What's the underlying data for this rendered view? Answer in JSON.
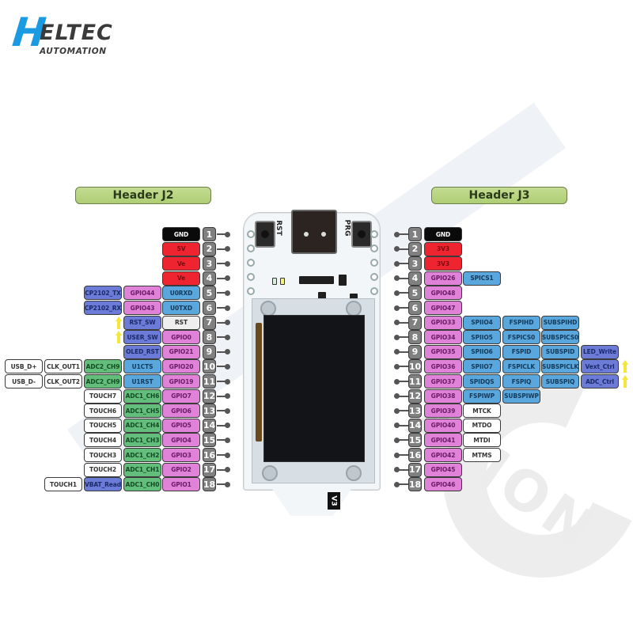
{
  "logo": {
    "mark": "H",
    "name": "ELTEC",
    "tagline": "AUTOMATION",
    "brand_color": "#1a9ae0",
    "text_color": "#3a3a3a"
  },
  "watermark": {
    "text": "ATION",
    "letter": "C"
  },
  "board": {
    "buttons": [
      {
        "label": "RST"
      },
      {
        "label": "PRG"
      }
    ],
    "version": "V3"
  },
  "colors": {
    "gnd": "#0a0a0a",
    "power": "#ee2530",
    "gpio": "#df82d8",
    "uart_spi": "#5aa7de",
    "cp2102_ctrl": "#6c7ad8",
    "adc": "#63be7c",
    "neutral": "#ffffff",
    "pin_number": "#808080",
    "header_banner": "#b8d583",
    "arrow": "#f5e63a"
  },
  "header_j2": {
    "title": "Header J2",
    "pins": [
      {
        "num": "1",
        "labels": [
          "GND"
        ]
      },
      {
        "num": "2",
        "labels": [
          "5V"
        ]
      },
      {
        "num": "3",
        "labels": [
          "Ve"
        ]
      },
      {
        "num": "4",
        "labels": [
          "Ve"
        ]
      },
      {
        "num": "5",
        "labels": [
          "U0RXD",
          "GPIO44",
          "CP2102_TX"
        ]
      },
      {
        "num": "6",
        "labels": [
          "U0TXD",
          "GPIO43",
          "CP2102_RX"
        ]
      },
      {
        "num": "7",
        "labels": [
          "RST",
          "RST_SW"
        ]
      },
      {
        "num": "8",
        "labels": [
          "GPIO0",
          "USER_SW"
        ]
      },
      {
        "num": "9",
        "labels": [
          "GPIO21",
          "OLED_RST"
        ]
      },
      {
        "num": "10",
        "labels": [
          "GPIO20",
          "U1CTS",
          "ADC2_CH9",
          "CLK_OUT1",
          "USB_D+"
        ]
      },
      {
        "num": "11",
        "labels": [
          "GPIO19",
          "U1RST",
          "ADC2_CH9",
          "CLK_OUT2",
          "USB_D-"
        ]
      },
      {
        "num": "12",
        "labels": [
          "GPIO7",
          "ADC1_CH6",
          "TOUCH7"
        ]
      },
      {
        "num": "13",
        "labels": [
          "GPIO6",
          "ADC1_CH5",
          "TOUCH6"
        ]
      },
      {
        "num": "14",
        "labels": [
          "GPIO5",
          "ADC1_CH4",
          "TOUCH5"
        ]
      },
      {
        "num": "15",
        "labels": [
          "GPIO4",
          "ADC1_CH3",
          "TOUCH4"
        ]
      },
      {
        "num": "16",
        "labels": [
          "GPIO3",
          "ADC1_CH2",
          "TOUCH3"
        ]
      },
      {
        "num": "17",
        "labels": [
          "GPIO2",
          "ADC1_CH1",
          "TOUCH2"
        ]
      },
      {
        "num": "18",
        "labels": [
          "GPIO1",
          "ADC1_CH0",
          "VBAT_Read",
          "TOUCH1"
        ]
      }
    ]
  },
  "header_j3": {
    "title": "Header J3",
    "pins": [
      {
        "num": "1",
        "labels": [
          "GND"
        ]
      },
      {
        "num": "2",
        "labels": [
          "3V3"
        ]
      },
      {
        "num": "3",
        "labels": [
          "3V3"
        ]
      },
      {
        "num": "4",
        "labels": [
          "GPIO26",
          "SPICS1"
        ]
      },
      {
        "num": "5",
        "labels": [
          "GPIO48"
        ]
      },
      {
        "num": "6",
        "labels": [
          "GPIO47"
        ]
      },
      {
        "num": "7",
        "labels": [
          "GPIO33",
          "SPIIO4",
          "FSPIHD",
          "SUBSPIHD"
        ]
      },
      {
        "num": "8",
        "labels": [
          "GPIO34",
          "SPIIO5",
          "FSPICS0",
          "SUBSPICS0"
        ]
      },
      {
        "num": "9",
        "labels": [
          "GPIO35",
          "SPIIO6",
          "FSPID",
          "SUBSPID",
          "LED_Write"
        ]
      },
      {
        "num": "10",
        "labels": [
          "GPIO36",
          "SPIIO7",
          "FSPICLK",
          "SUBSPICLK",
          "Vext_Ctrl"
        ]
      },
      {
        "num": "11",
        "labels": [
          "GPIO37",
          "SPIDQS",
          "FSPIQ",
          "SUBSPIQ",
          "ADC_Ctrl"
        ]
      },
      {
        "num": "12",
        "labels": [
          "GPIO38",
          "FSPIWP",
          "SUBSPIWP"
        ]
      },
      {
        "num": "13",
        "labels": [
          "GPIO39",
          "MTCK"
        ]
      },
      {
        "num": "14",
        "labels": [
          "GPIO40",
          "MTDO"
        ]
      },
      {
        "num": "15",
        "labels": [
          "GPIO41",
          "MTDI"
        ]
      },
      {
        "num": "16",
        "labels": [
          "GPIO42",
          "MTMS"
        ]
      },
      {
        "num": "17",
        "labels": [
          "GPIO45"
        ]
      },
      {
        "num": "18",
        "labels": [
          "GPIO46"
        ]
      }
    ]
  }
}
